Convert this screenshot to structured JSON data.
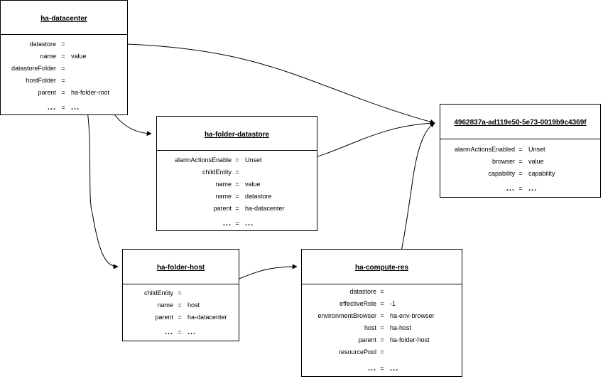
{
  "boxes": {
    "datacenter": {
      "title": "ha-datacenter",
      "props": [
        {
          "k": "datastore",
          "eq": "=",
          "v": ""
        },
        {
          "k": "name",
          "eq": "=",
          "v": "value"
        },
        {
          "k": "datastoreFolder",
          "eq": "=",
          "v": ""
        },
        {
          "k": "hostFolder",
          "eq": "=",
          "v": ""
        },
        {
          "k": "parent",
          "eq": "=",
          "v": "ha-folder-root"
        },
        {
          "k": "...",
          "eq": "=",
          "v": "..."
        }
      ]
    },
    "folder_datastore": {
      "title": "ha-folder-datastore",
      "props": [
        {
          "k": "alarmActionsEnable",
          "eq": "=",
          "v": "Unset"
        },
        {
          "k": "childEntity",
          "eq": "=",
          "v": ""
        },
        {
          "k": "name",
          "eq": "=",
          "v": "value"
        },
        {
          "k": "name",
          "eq": "=",
          "v": "datastore"
        },
        {
          "k": "parent",
          "eq": "=",
          "v": "ha-datacenter"
        },
        {
          "k": "...",
          "eq": "=",
          "v": "..."
        }
      ]
    },
    "datastore_obj": {
      "title": "4962837a-ad119e50-5e73-0019b9c4369f",
      "props": [
        {
          "k": "alarmActionsEnabled",
          "eq": "=",
          "v": "Unset"
        },
        {
          "k": "browser",
          "eq": "=",
          "v": "value"
        },
        {
          "k": "capability",
          "eq": "=",
          "v": "capability"
        },
        {
          "k": "...",
          "eq": "=",
          "v": "..."
        }
      ]
    },
    "folder_host": {
      "title": "ha-folder-host",
      "props": [
        {
          "k": "childEntity",
          "eq": "=",
          "v": ""
        },
        {
          "k": "name",
          "eq": "=",
          "v": "host"
        },
        {
          "k": "parent",
          "eq": "=",
          "v": "ha-datacenter"
        },
        {
          "k": "...",
          "eq": "=",
          "v": "..."
        }
      ]
    },
    "compute_res": {
      "title": "ha-compute-res",
      "props": [
        {
          "k": "datastore",
          "eq": "=",
          "v": ""
        },
        {
          "k": "effectiveRole",
          "eq": "=",
          "v": "-1"
        },
        {
          "k": "environmentBrowser",
          "eq": "=",
          "v": "ha-env-browser"
        },
        {
          "k": "host",
          "eq": "=",
          "v": "ha-host"
        },
        {
          "k": "parent",
          "eq": "=",
          "v": "ha-folder-host"
        },
        {
          "k": "resourcePool",
          "eq": "=",
          "v": ""
        },
        {
          "k": "...",
          "eq": "=",
          "v": "..."
        }
      ]
    }
  }
}
